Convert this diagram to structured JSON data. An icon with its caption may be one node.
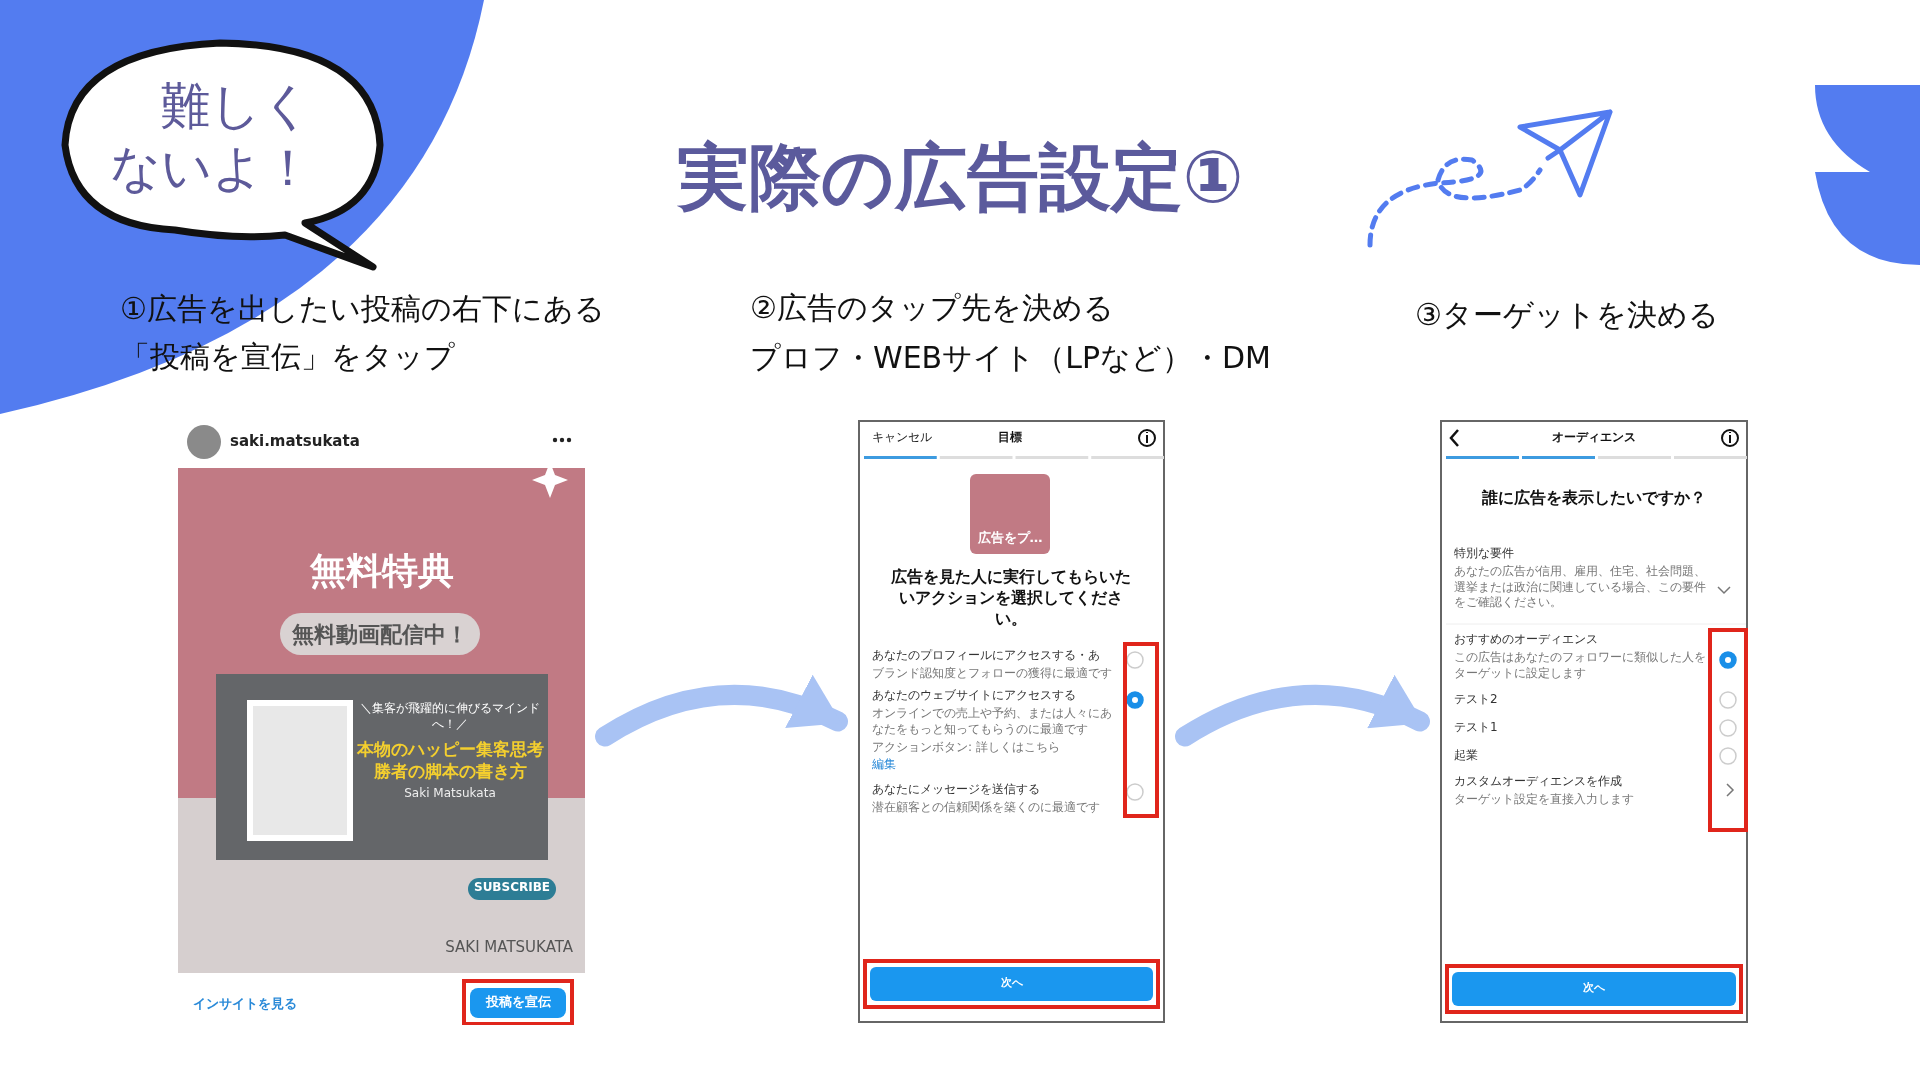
{
  "diagram": {
    "title": "実際の広告設定①",
    "nodes": [
      {
        "text": [
          "難しくないよ！"
        ]
      },
      {
        "text": [
          "saki.matsukata",
          "無料特典",
          "無料動画配信中！",
          "＼集客が飛躍的に伸びるマインドへ！／",
          "本物のハッピー集客思考勝者の脚本の書き方",
          "Saki Matsukata",
          "SUBSCRIBE",
          "SAKI MATSUKATA",
          "インサイトを見る",
          "投稿を宣伝"
        ]
      },
      {
        "text": [
          "キャンセル",
          "目標",
          "広告をプ…",
          "広告を見た人に実行してもらいたいアクションを選択してください。",
          "あなたのプロフィールにアクセスする・あ",
          "ブランド認知度とフォローの獲得に最適です",
          "あなたのウェブサイトにアクセスする",
          "オンラインでの売上や予約、または人々にあなたをもっと知ってもらうのに最適です",
          "アクションボタン: 詳しくはこちら",
          "編集",
          "あなたにメッセージを送信する",
          "潜在顧客との信頼関係を築くのに最適です",
          "次へ"
        ]
      },
      {
        "text": [
          "オーディエンス",
          "誰に広告を表示したいですか？",
          "特別な要件",
          "あなたの広告が信用、雇用、住宅、社会問題、選挙または政治に関連している場合、この要件をご確認ください。",
          "おすすめのオーディエンス",
          "この広告はあなたのフォロワーに類似した人をターゲットに設定します",
          "テスト2",
          "テスト1",
          "起業",
          "カスタムオーディエンスを作成",
          "ターゲット設定を直接入力します",
          "次へ"
        ]
      }
    ],
    "edges": [
      {
        "from": 1,
        "to": 2,
        "arrow": "to"
      },
      {
        "from": 2,
        "to": 3,
        "arrow": "to"
      }
    ],
    "labels": [
      "①広告を出したい投稿の右下にある「投稿を宣伝」をタップ",
      "②広告のタップ先を決める",
      "プロフ・WEBサイト（LPなど）・DM",
      "③ターゲットを決める"
    ]
  }
}
